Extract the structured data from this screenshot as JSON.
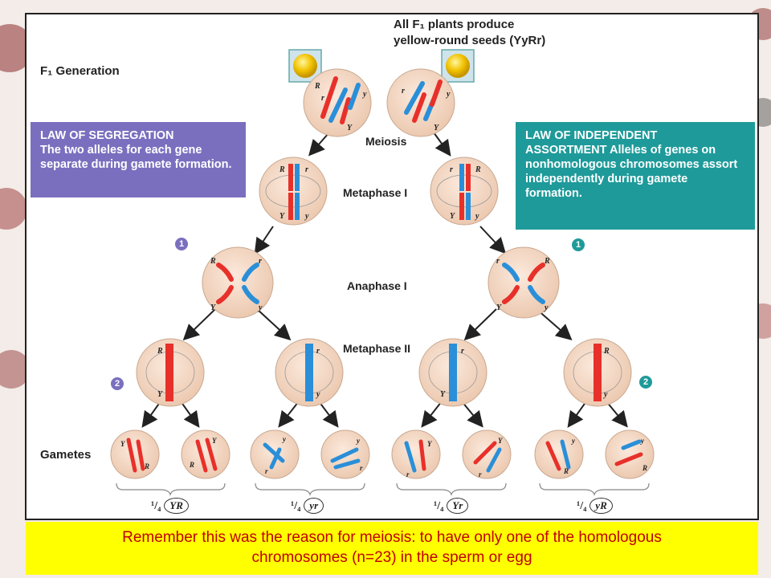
{
  "header": {
    "line1": "All F₁ plants produce",
    "line2": "yellow-round seeds (YyRr)"
  },
  "generation_label": "F₁ Generation",
  "stages": {
    "meiosis": "Meiosis",
    "metaphase1": "Metaphase I",
    "anaphase1": "Anaphase I",
    "metaphase2": "Metaphase II",
    "gametes": "Gametes"
  },
  "law_segregation": {
    "title": "LAW OF SEGREGATION",
    "text": "The two alleles for each gene separate during gamete formation."
  },
  "law_independent": {
    "title": "LAW OF INDEPENDENT",
    "text": "ASSORTMENT Alleles of genes on nonhomologous chromosomes assort independently during gamete formation."
  },
  "steps": {
    "left1": "1",
    "left2": "2",
    "right1": "1",
    "right2": "2"
  },
  "alleles": {
    "R": "R",
    "r": "r",
    "Y": "Y",
    "y": "y"
  },
  "ratios": [
    {
      "fraction": "¹/₄",
      "genotype": "YR"
    },
    {
      "fraction": "¹/₄",
      "genotype": "yr"
    },
    {
      "fraction": "¹/₄",
      "genotype": "Yr"
    },
    {
      "fraction": "¹/₄",
      "genotype": "yR"
    }
  ],
  "caption": {
    "line1": "Remember this was the reason for meiosis: to have only one of the homologous",
    "line2": "chromosomes (n=23) in the sperm or egg"
  },
  "colors": {
    "red_chrom": "#e8302a",
    "blue_chrom": "#2a8fd8",
    "cell": "#f5dcc8",
    "purple": "#7a6fbf",
    "teal": "#1f9a9a",
    "seed": "#f2c200"
  }
}
